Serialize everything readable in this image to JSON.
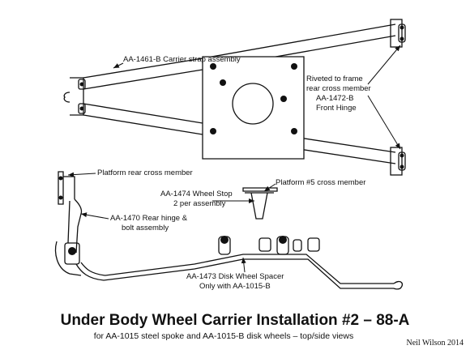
{
  "title": "Under Body Wheel Carrier Installation #2 – 88-A",
  "subtitle": "for AA-1015 steel spoke and AA-1015-B disk wheels – top/side views",
  "credit": "Neil Wilson 2014",
  "labels": {
    "strap": "AA-1461-B Carrier strap assembly",
    "riveted_1": "Riveted to frame",
    "riveted_2": "rear cross member",
    "riveted_3": "AA-1472-B",
    "riveted_4": "Front Hinge",
    "platform_rear": "Platform rear cross member",
    "platform5": "Platform #5 cross member",
    "wheel_stop_1": "AA-1474 Wheel Stop",
    "wheel_stop_2": "2 per assembly",
    "rear_hinge_1": "AA-1470 Rear hinge &",
    "rear_hinge_2": "bolt assembly",
    "spacer_1": "AA-1473 Disk Wheel Spacer",
    "spacer_2": "Only with AA-1015-B"
  }
}
